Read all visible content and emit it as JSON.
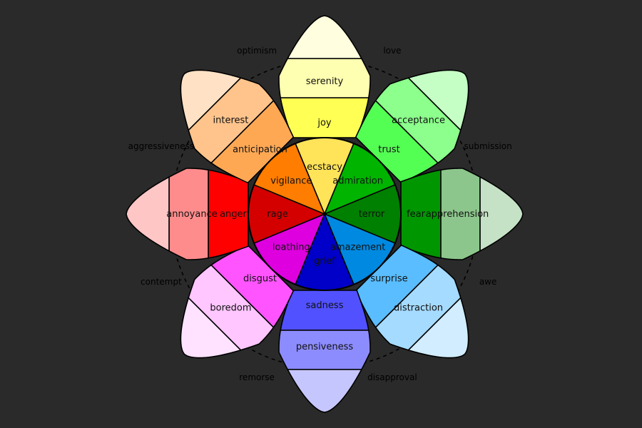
{
  "emotions": [
    {
      "axis": "joy-axis",
      "levels": [
        {
          "text": "ecstacy",
          "color": "#ffe359"
        },
        {
          "text": "joy",
          "color": "#ffff54"
        },
        {
          "text": "serenity",
          "color": "#ffffb1"
        },
        {
          "text": "",
          "color": "#ffffdf"
        }
      ]
    },
    {
      "axis": "trust-axis",
      "levels": [
        {
          "text": "admiration",
          "color": "#00b400"
        },
        {
          "text": "trust",
          "color": "#54ff54"
        },
        {
          "text": "acceptance",
          "color": "#8cff8c"
        },
        {
          "text": "",
          "color": "#c6ffc6"
        }
      ]
    },
    {
      "axis": "fear-axis",
      "levels": [
        {
          "text": "terror",
          "color": "#008000"
        },
        {
          "text": "fear",
          "color": "#009600"
        },
        {
          "text": "apprehension",
          "color": "#8cc68c"
        },
        {
          "text": "",
          "color": "#c6e2c6"
        }
      ]
    },
    {
      "axis": "surprise-axis",
      "levels": [
        {
          "text": "amazement",
          "color": "#0089e0"
        },
        {
          "text": "surprise",
          "color": "#59bdff"
        },
        {
          "text": "distraction",
          "color": "#a5dbff"
        },
        {
          "text": "",
          "color": "#d2edff"
        }
      ]
    },
    {
      "axis": "sadness-axis",
      "levels": [
        {
          "text": "grief",
          "color": "#0000c8"
        },
        {
          "text": "sadness",
          "color": "#5151ff"
        },
        {
          "text": "pensiveness",
          "color": "#8c8cff"
        },
        {
          "text": "",
          "color": "#c6c6ff"
        }
      ]
    },
    {
      "axis": "disgust-axis",
      "levels": [
        {
          "text": "loathing",
          "color": "#de00de"
        },
        {
          "text": "disgust",
          "color": "#ff54ff"
        },
        {
          "text": "boredom",
          "color": "#ffc6ff"
        },
        {
          "text": "",
          "color": "#ffe2ff"
        }
      ]
    },
    {
      "axis": "anger-axis",
      "levels": [
        {
          "text": "rage",
          "color": "#d40000"
        },
        {
          "text": "anger",
          "color": "#ff0000"
        },
        {
          "text": "annoyance",
          "color": "#ff8c8c"
        },
        {
          "text": "",
          "color": "#ffc6c6"
        }
      ]
    },
    {
      "axis": "anticipation-axis",
      "levels": [
        {
          "text": "vigilance",
          "color": "#ff7d00"
        },
        {
          "text": "anticipation",
          "color": "#ffa854"
        },
        {
          "text": "interest",
          "color": "#ffc48c"
        },
        {
          "text": "",
          "color": "#ffe2c6"
        }
      ]
    }
  ],
  "dyads": [
    {
      "text": "love"
    },
    {
      "text": "submission"
    },
    {
      "text": "awe"
    },
    {
      "text": "disapproval"
    },
    {
      "text": "remorse"
    },
    {
      "text": "contempt"
    },
    {
      "text": "aggressiveness"
    },
    {
      "text": "optimism"
    }
  ]
}
